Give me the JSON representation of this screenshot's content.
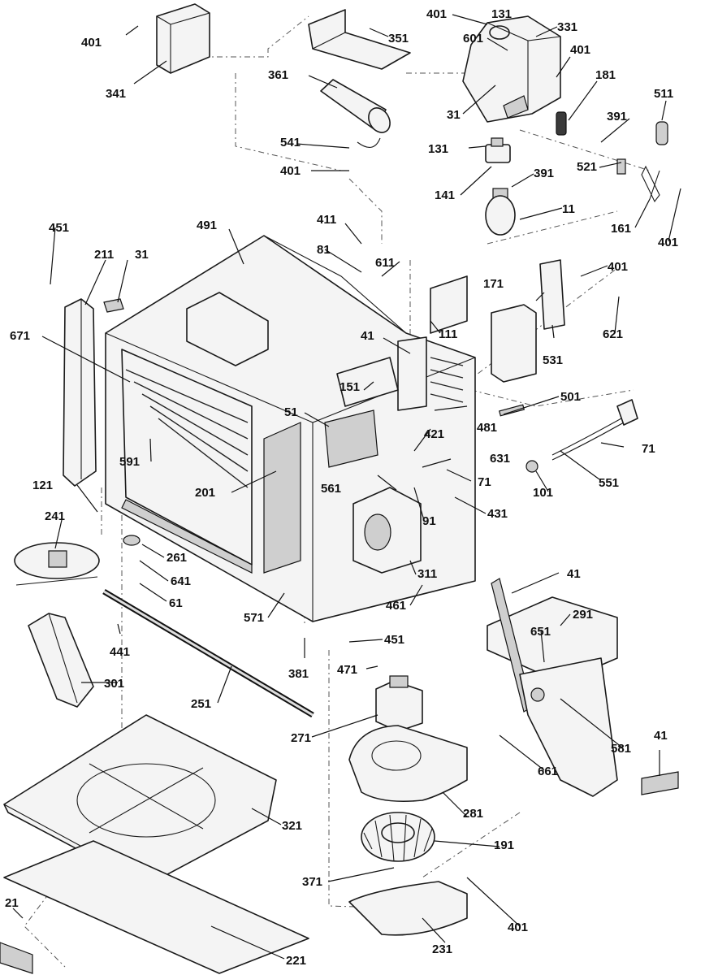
{
  "diagram": {
    "kind": "exploded parts diagram",
    "parts": [
      {
        "id": "p401a",
        "text": "401"
      },
      {
        "id": "p341",
        "text": "341"
      },
      {
        "id": "p351",
        "text": "351"
      },
      {
        "id": "p361",
        "text": "361"
      },
      {
        "id": "p541",
        "text": "541"
      },
      {
        "id": "p401b",
        "text": "401"
      },
      {
        "id": "p401c",
        "text": "401"
      },
      {
        "id": "p131a",
        "text": "131"
      },
      {
        "id": "p331",
        "text": "331"
      },
      {
        "id": "p601",
        "text": "601"
      },
      {
        "id": "p401d",
        "text": "401"
      },
      {
        "id": "p181",
        "text": "181"
      },
      {
        "id": "p31a",
        "text": "31"
      },
      {
        "id": "p131b",
        "text": "131"
      },
      {
        "id": "p391a",
        "text": "391"
      },
      {
        "id": "p511",
        "text": "511"
      },
      {
        "id": "p141",
        "text": "141"
      },
      {
        "id": "p391b",
        "text": "391"
      },
      {
        "id": "p521",
        "text": "521"
      },
      {
        "id": "p11",
        "text": "11"
      },
      {
        "id": "p161",
        "text": "161"
      },
      {
        "id": "p401e",
        "text": "401"
      },
      {
        "id": "p451a",
        "text": "451"
      },
      {
        "id": "p211",
        "text": "211"
      },
      {
        "id": "p31b",
        "text": "31"
      },
      {
        "id": "p491",
        "text": "491"
      },
      {
        "id": "p411",
        "text": "411"
      },
      {
        "id": "p81",
        "text": "81"
      },
      {
        "id": "p611",
        "text": "611"
      },
      {
        "id": "p401f",
        "text": "401"
      },
      {
        "id": "p171",
        "text": "171"
      },
      {
        "id": "p111",
        "text": "111"
      },
      {
        "id": "p621",
        "text": "621"
      },
      {
        "id": "p671",
        "text": "671"
      },
      {
        "id": "p41a",
        "text": "41"
      },
      {
        "id": "p531",
        "text": "531"
      },
      {
        "id": "p151",
        "text": "151"
      },
      {
        "id": "p501",
        "text": "501"
      },
      {
        "id": "p51",
        "text": "51"
      },
      {
        "id": "p481",
        "text": "481"
      },
      {
        "id": "p421",
        "text": "421"
      },
      {
        "id": "p71a",
        "text": "71"
      },
      {
        "id": "p591",
        "text": "591"
      },
      {
        "id": "p631",
        "text": "631"
      },
      {
        "id": "p551",
        "text": "551"
      },
      {
        "id": "p121",
        "text": "121"
      },
      {
        "id": "p201",
        "text": "201"
      },
      {
        "id": "p561",
        "text": "561"
      },
      {
        "id": "p71b",
        "text": "71"
      },
      {
        "id": "p101",
        "text": "101"
      },
      {
        "id": "p241",
        "text": "241"
      },
      {
        "id": "p91",
        "text": "91"
      },
      {
        "id": "p431",
        "text": "431"
      },
      {
        "id": "p261",
        "text": "261"
      },
      {
        "id": "p641",
        "text": "641"
      },
      {
        "id": "p311",
        "text": "311"
      },
      {
        "id": "p61",
        "text": "61"
      },
      {
        "id": "p41b",
        "text": "41"
      },
      {
        "id": "p571",
        "text": "571"
      },
      {
        "id": "p461",
        "text": "461"
      },
      {
        "id": "p291",
        "text": "291"
      },
      {
        "id": "p441",
        "text": "441"
      },
      {
        "id": "p451b",
        "text": "451"
      },
      {
        "id": "p651",
        "text": "651"
      },
      {
        "id": "p471",
        "text": "471"
      },
      {
        "id": "p381",
        "text": "381"
      },
      {
        "id": "p301",
        "text": "301"
      },
      {
        "id": "p251",
        "text": "251"
      },
      {
        "id": "p271",
        "text": "271"
      },
      {
        "id": "p581",
        "text": "581"
      },
      {
        "id": "p661",
        "text": "661"
      },
      {
        "id": "p41c",
        "text": "41"
      },
      {
        "id": "p321",
        "text": "321"
      },
      {
        "id": "p281",
        "text": "281"
      },
      {
        "id": "p191",
        "text": "191"
      },
      {
        "id": "p371",
        "text": "371"
      },
      {
        "id": "p401g",
        "text": "401"
      },
      {
        "id": "p21",
        "text": "21"
      },
      {
        "id": "p231",
        "text": "231"
      },
      {
        "id": "p221",
        "text": "221"
      }
    ]
  }
}
